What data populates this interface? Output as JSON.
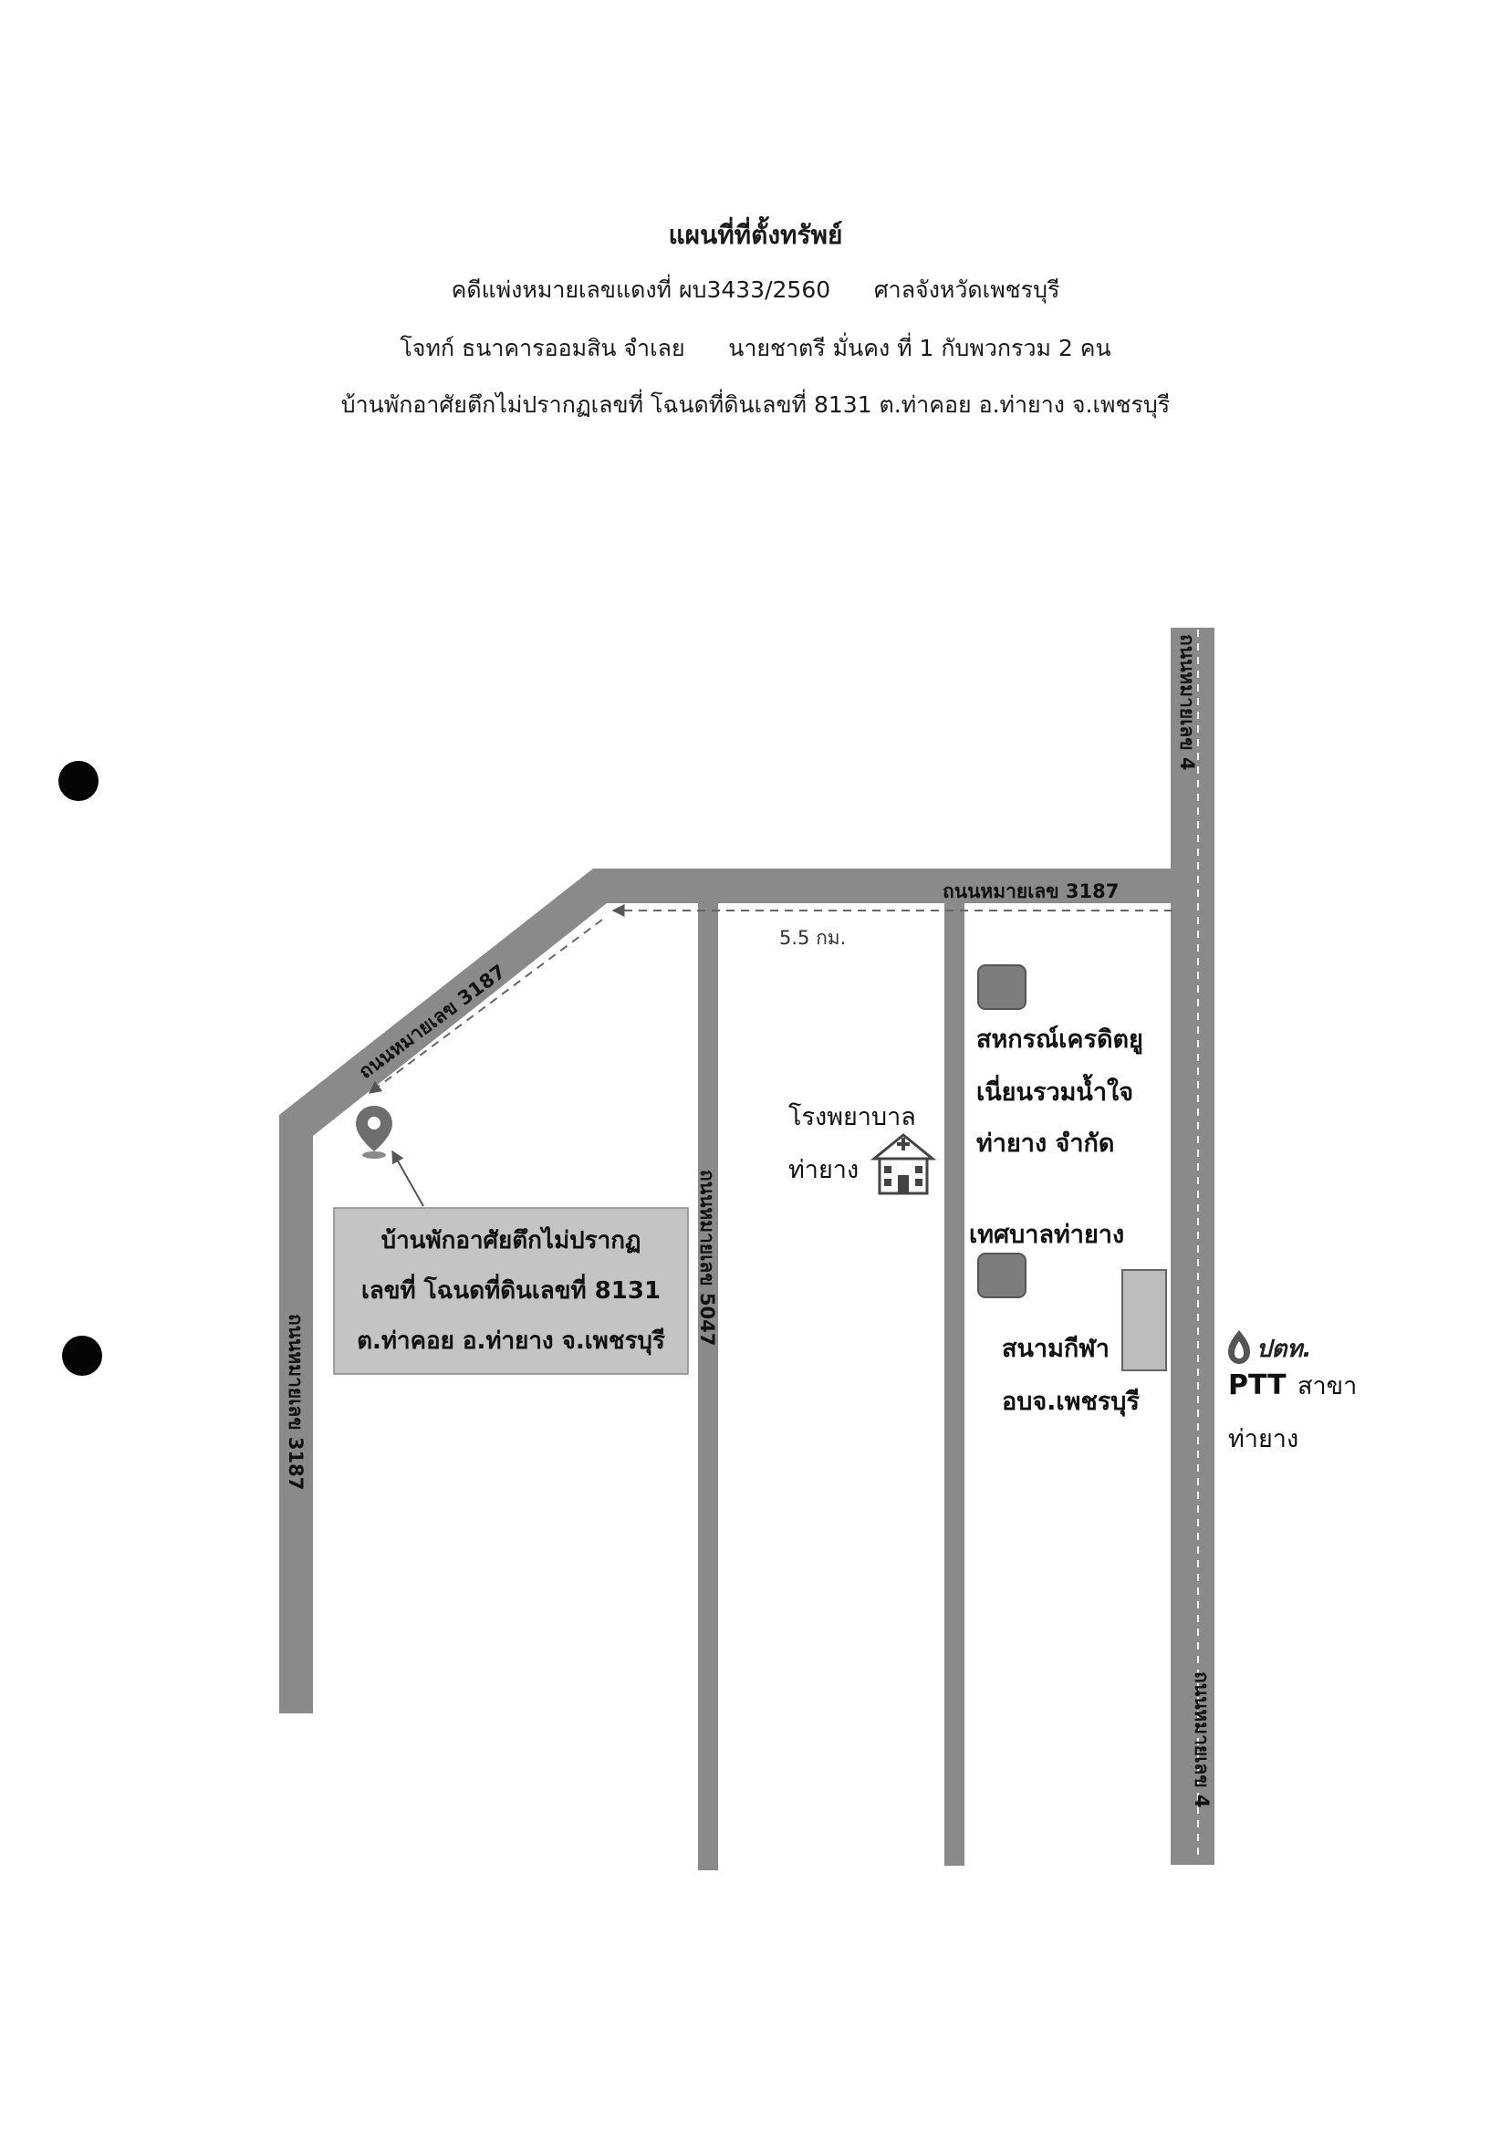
{
  "header": {
    "title": "แผนที่ที่ตั้งทรัพย์",
    "case_line": "คดีแพ่งหมายเลขแดงที่ ผบ3433/2560      ศาลจังหวัดเพชรบุรี",
    "parties_line": "โจทก์ ธนาคารออมสิน จำเลย      นายชาตรี มั่นคง ที่ 1 กับพวกรวม 2 คน",
    "property_line": "บ้านพักอาศัยตึกไม่ปรากฏเลขที่ โฉนดที่ดินเลขที่ 8131 ต.ท่าคอย อ.ท่ายาง จ.เพชรบุรี"
  },
  "map": {
    "roads": {
      "top": "ถนนหมายเลข 3187",
      "diagonal": "ถนนหมายเลข 3187",
      "left": "ถนนหมายเลข 3187",
      "middle": "ถนนหมายเลข 5047",
      "right_top": "ถนนหมายเลข 4",
      "right_bottom": "ถนนหมายเลข 4"
    },
    "distance": "5.5 กม.",
    "property_box": {
      "line1": "บ้านพักอาศัยตึกไม่ปรากฏ",
      "line2": "เลขที่ โฉนดที่ดินเลขที่ 8131",
      "line3": "ต.ท่าคอย อ.ท่ายาง จ.เพชรบุรี"
    },
    "hospital": {
      "line1": "โรงพยาบาล",
      "line2": "ท่ายาง"
    },
    "coop": {
      "line1": "สหกรณ์เครดิตยู",
      "line2": "เนี่ยนรวมน้ำใจ",
      "line3": "ท่ายาง จำกัด"
    },
    "municipality": "เทศบาลท่ายาง",
    "stadium": {
      "line1": "สนามกีฬา",
      "line2": "อบจ.เพชรบุรี"
    },
    "ptt": {
      "brand": "ปตท.",
      "name": "PTT",
      "branch": "สาขา",
      "line2": "ท่ายาง"
    }
  },
  "colors": {
    "road": "#8a8a8a",
    "road_dark": "#7d7d7d",
    "box_fill": "#c4c4c4",
    "marker": "#6e6e6e"
  }
}
